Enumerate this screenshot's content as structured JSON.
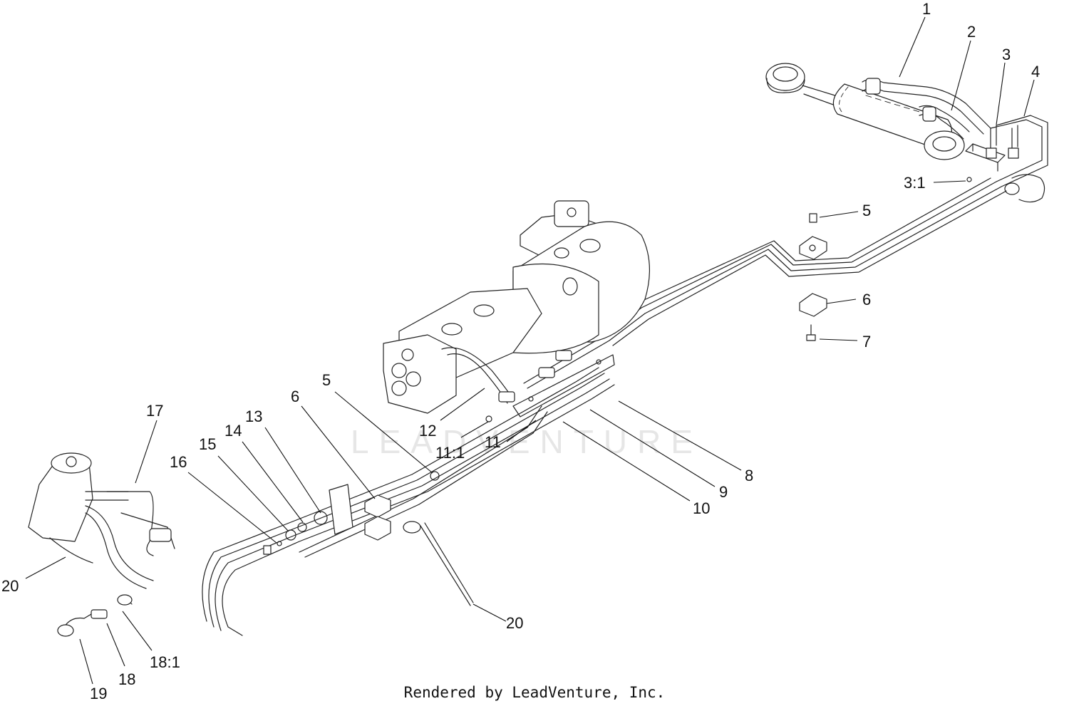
{
  "watermark": "LEADVENTURE",
  "footer": "Rendered by LeadVenture, Inc.",
  "callouts": [
    {
      "label": "1"
    },
    {
      "label": "2"
    },
    {
      "label": "3"
    },
    {
      "label": "4"
    },
    {
      "label": "3:1"
    },
    {
      "label": "5"
    },
    {
      "label": "6"
    },
    {
      "label": "7"
    },
    {
      "label": "5"
    },
    {
      "label": "6"
    },
    {
      "label": "13"
    },
    {
      "label": "14"
    },
    {
      "label": "15"
    },
    {
      "label": "16"
    },
    {
      "label": "17"
    },
    {
      "label": "12"
    },
    {
      "label": "11:1"
    },
    {
      "label": "11"
    },
    {
      "label": "8"
    },
    {
      "label": "9"
    },
    {
      "label": "10"
    },
    {
      "label": "20"
    },
    {
      "label": "20"
    },
    {
      "label": "18:1"
    },
    {
      "label": "18"
    },
    {
      "label": "19"
    }
  ]
}
